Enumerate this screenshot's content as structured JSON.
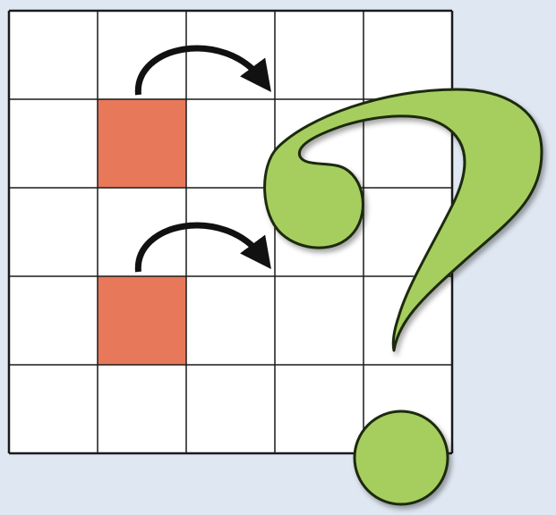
{
  "colors": {
    "background": "#dfe7f2",
    "grid_fill": "#ffffff",
    "grid_line": "#1a1a1a",
    "cell_highlight": "#e8785a",
    "arrow": "#111111",
    "question_mark_fill": "#a6ce5f",
    "question_mark_outline": "#1e2a10"
  },
  "grid": {
    "rows": 5,
    "columns": 5,
    "highlighted_cells": [
      {
        "row": 1,
        "col": 1
      },
      {
        "row": 3,
        "col": 1
      }
    ]
  },
  "arrows": [
    {
      "from": {
        "row": 1,
        "col": 1
      },
      "direction": "right",
      "icon": "curved-arrow-right-icon"
    },
    {
      "from": {
        "row": 3,
        "col": 1
      },
      "direction": "right",
      "icon": "curved-arrow-right-icon"
    }
  ],
  "overlay_icon": "question-mark-icon"
}
